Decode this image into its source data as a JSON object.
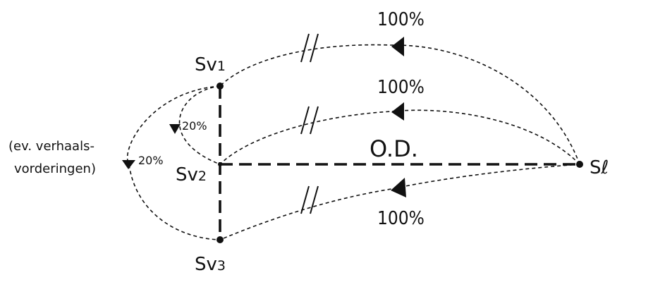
{
  "nodes": {
    "sv1": {
      "main": "Sv",
      "sub": "1"
    },
    "sv2": {
      "main": "Sv",
      "sub": "2"
    },
    "sv3": {
      "main": "Sv",
      "sub": "3"
    },
    "sl": {
      "main": "Sℓ"
    }
  },
  "labels": {
    "top_percent": "100%",
    "middle_percent": "100%",
    "bottom_percent": "100%",
    "inner_percent": "20%",
    "outer_percent": "20%",
    "center": "O.D.",
    "note_line1": "(ev. verhaals-",
    "note_line2": "vorderingen)"
  }
}
